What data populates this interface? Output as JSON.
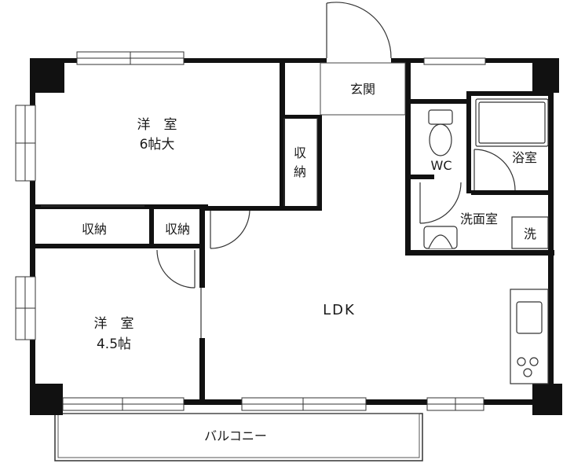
{
  "rooms": {
    "western_room_1": {
      "name": "洋　室",
      "size": "6帖大"
    },
    "western_room_2": {
      "name": "洋　室",
      "size": "4.5帖"
    },
    "ldk": "LDK",
    "entrance": "玄関",
    "toilet": "WC",
    "bathroom": "浴室",
    "washroom": "洗面室",
    "washer": "洗",
    "closet_vertical": [
      "収",
      "納"
    ],
    "closet_left": "収納",
    "closet_small": "収納",
    "balcony": "バルコニー"
  }
}
